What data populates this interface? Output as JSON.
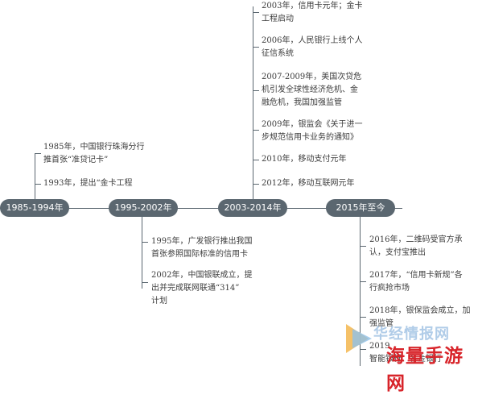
{
  "timeline": {
    "periods": [
      {
        "label": "1985-1994年",
        "events": [
          "1985年，中国银行珠海分行\n推首张“准贷记卡”",
          "1993年，提出“金卡工程"
        ]
      },
      {
        "label": "1995-2002年",
        "events": [
          "1995年，广发银行推出我国\n首张参照国际标准的信用卡",
          "2002年，中国银联成立，提\n出并完成联网联通“314”\n计划"
        ]
      },
      {
        "label": "2003-2014年",
        "events": [
          "2003年，信用卡元年；金卡\n工程启动",
          "2006年，人民银行上线个人\n征信系统",
          "2007-2009年，美国次贷危\n机引发全球性经济危机、金\n融危机，我国加强监管",
          "2009年，银监会《关于进一\n步规范信用卡业务的通知》",
          "2010年，移动支付元年",
          "2012年，移动互联网元年"
        ]
      },
      {
        "label": "2015年至今",
        "events": [
          "2016年，二维码受官方承\n认，支付宝推出",
          "2017年，“信用卡新规”各\n行疯抢市场",
          "2018年，银保监会成立，加\n强监管",
          "2019\n智能银行、各金银行"
        ]
      }
    ]
  },
  "watermark": {
    "top_text": "华经情报网",
    "bottom_text": "海量手游网"
  },
  "colors": {
    "axis": "#5b6770",
    "watermark_red": "#d8242a",
    "watermark_blue": "#a8c7e6"
  }
}
